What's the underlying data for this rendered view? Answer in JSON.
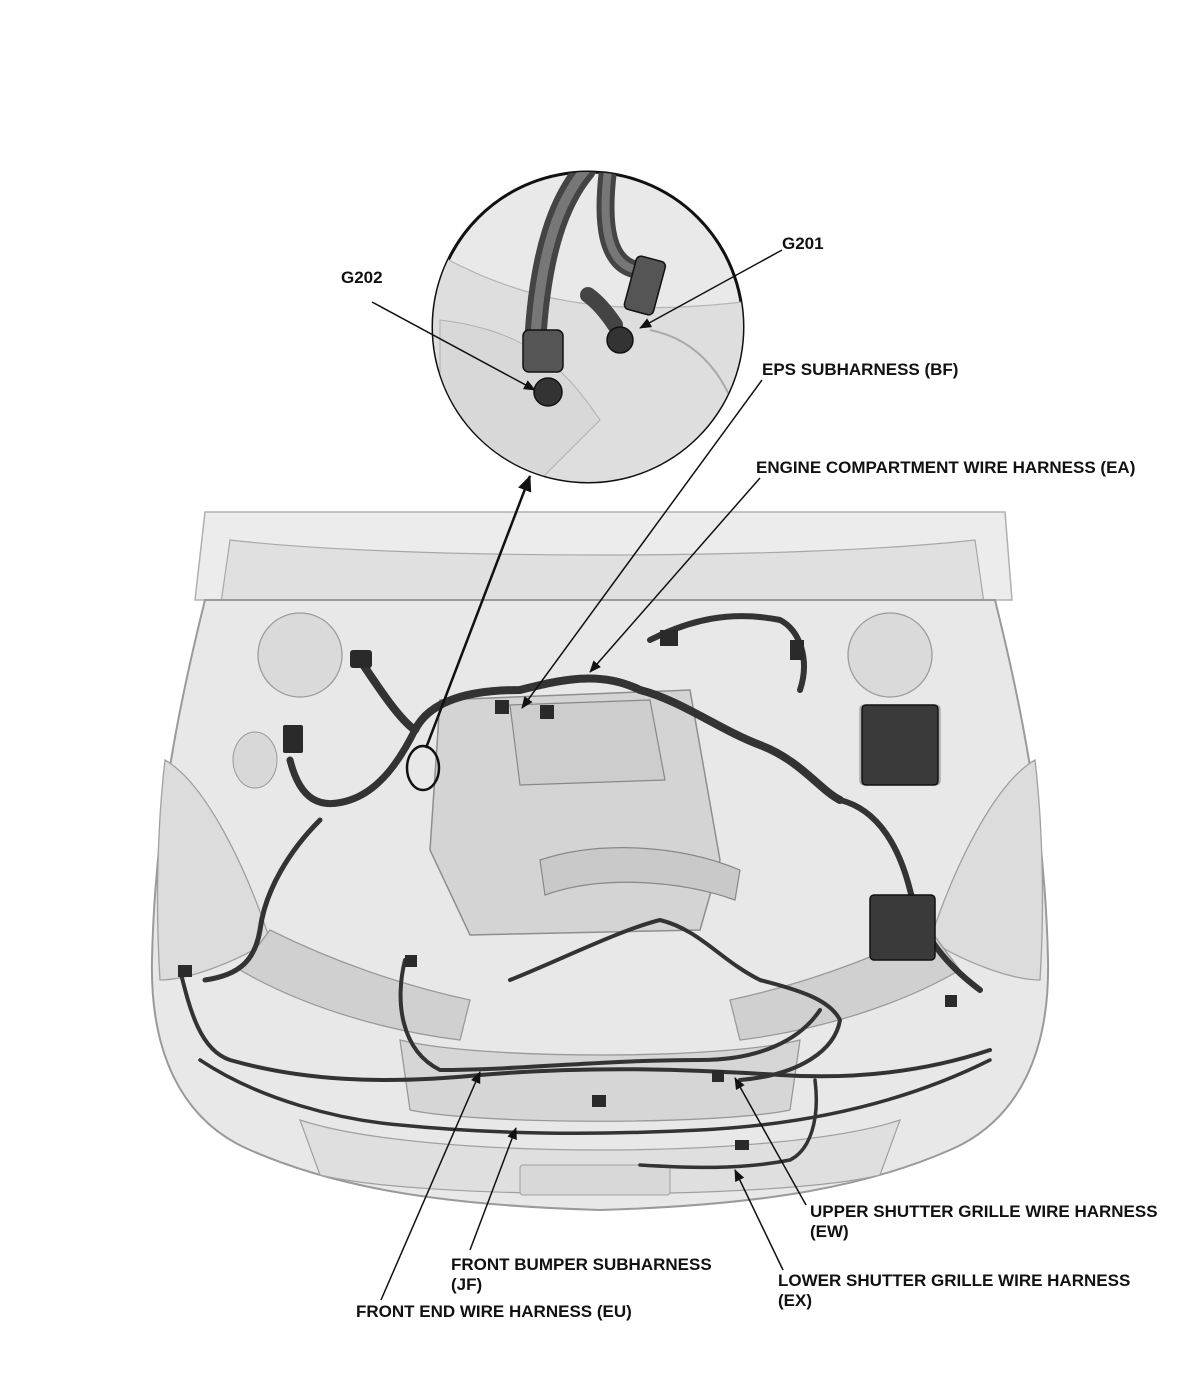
{
  "diagram": {
    "colors": {
      "line": "#111111",
      "harness": "#3a3a3a",
      "harness_edge": "#1a1a1a",
      "body_fill": "#e6e6e6",
      "body_edge": "#9a9a9a",
      "engine_fill": "#d2d2d2",
      "inset_fill": "#e9e9e9"
    },
    "icons": [
      "ground-bolt-icon",
      "connector-icon",
      "fuse-box-icon"
    ],
    "labels": {
      "g201": "G201",
      "g202": "G202",
      "eps": "EPS SUBHARNESS (BF)",
      "ea": "ENGINE COMPARTMENT WIRE HARNESS (EA)",
      "ew_line1": "UPPER SHUTTER GRILLE WIRE HARNESS",
      "ew_line2": "(EW)",
      "jf_line1": "FRONT BUMPER SUBHARNESS",
      "jf_line2": "(JF)",
      "ex_line1": "LOWER SHUTTER GRILLE WIRE HARNESS",
      "ex_line2": "(EX)",
      "eu": "FRONT END WIRE HARNESS (EU)"
    }
  }
}
